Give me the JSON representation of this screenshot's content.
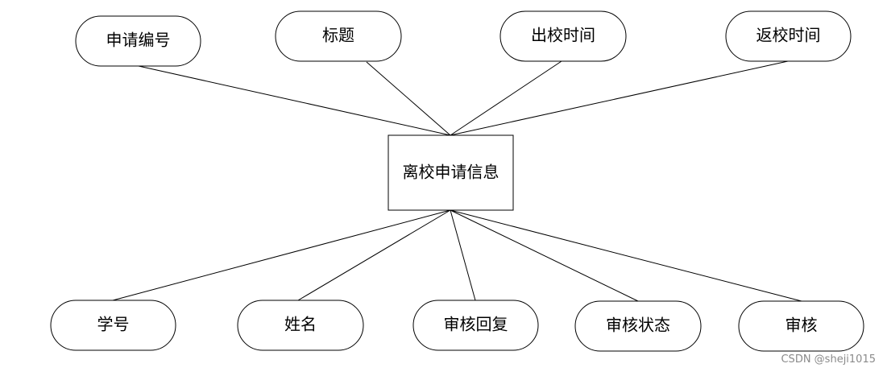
{
  "entity": {
    "label": "离校申请信息"
  },
  "attributes_top": [
    {
      "label": "申请编号"
    },
    {
      "label": "标题"
    },
    {
      "label": "出校时间"
    },
    {
      "label": "返校时间"
    }
  ],
  "attributes_bottom": [
    {
      "label": "学号"
    },
    {
      "label": "姓名"
    },
    {
      "label": "审核回复"
    },
    {
      "label": "审核状态"
    },
    {
      "label": "审核"
    }
  ],
  "watermark": "CSDN @sheji1015",
  "colors": {
    "stroke": "#000000",
    "background": "#ffffff",
    "watermark": "#8a8a8a"
  }
}
